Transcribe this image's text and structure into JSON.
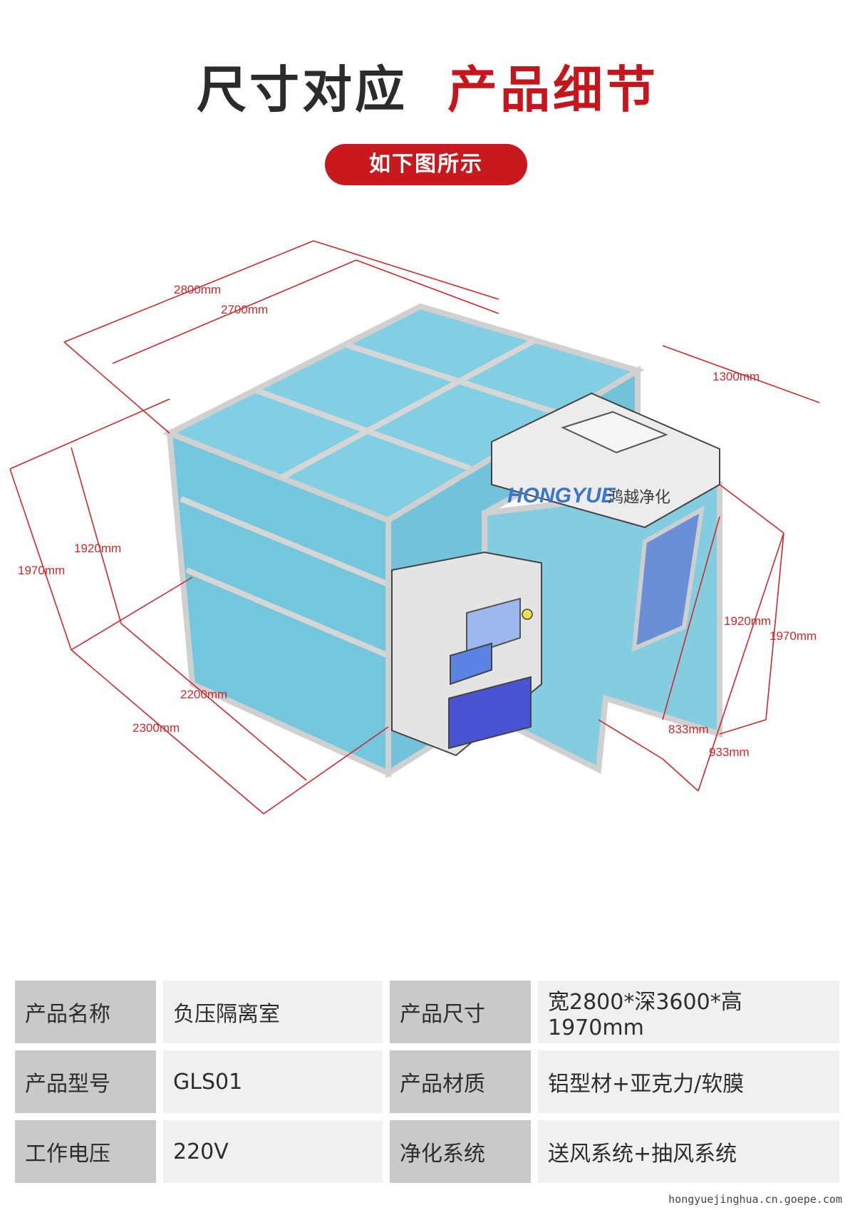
{
  "header": {
    "title_left": "尺寸对应",
    "title_right": "产品细节",
    "subtitle_badge": "如下图所示"
  },
  "diagram": {
    "dimensions": {
      "top_outer": "2800mm",
      "top_inner": "2700mm",
      "right_top": "1300mm",
      "left_height_outer": "1970mm",
      "left_height_inner": "1920mm",
      "right_height_inner": "1920mm",
      "right_height_outer": "1970mm",
      "bottom_inner": "2200mm",
      "bottom_outer": "2300mm",
      "right_bottom_inner": "833mm",
      "right_bottom_outer": "933mm"
    },
    "logo": {
      "brand": "HONGYUE",
      "brand_cn": "鸿越净化"
    },
    "colors": {
      "glass": "#5bbcd6",
      "frame": "#d9d9d9",
      "dimension_line": "#cc2a2a",
      "panel_blue": "#4a53d3"
    }
  },
  "specs": {
    "rows": [
      {
        "k1": "产品名称",
        "v1": "负压隔离室",
        "k2": "产品尺寸",
        "v2": "宽2800*深3600*高1970mm"
      },
      {
        "k1": "产品型号",
        "v1": "GLS01",
        "k2": "产品材质",
        "v2": "铝型材+亚克力/软膜"
      },
      {
        "k1": "工作电压",
        "v1": "220V",
        "k2": "净化系统",
        "v2": "送风系统+抽风系统"
      }
    ]
  },
  "watermark": "hongyuejinghua.cn.goepe.com"
}
